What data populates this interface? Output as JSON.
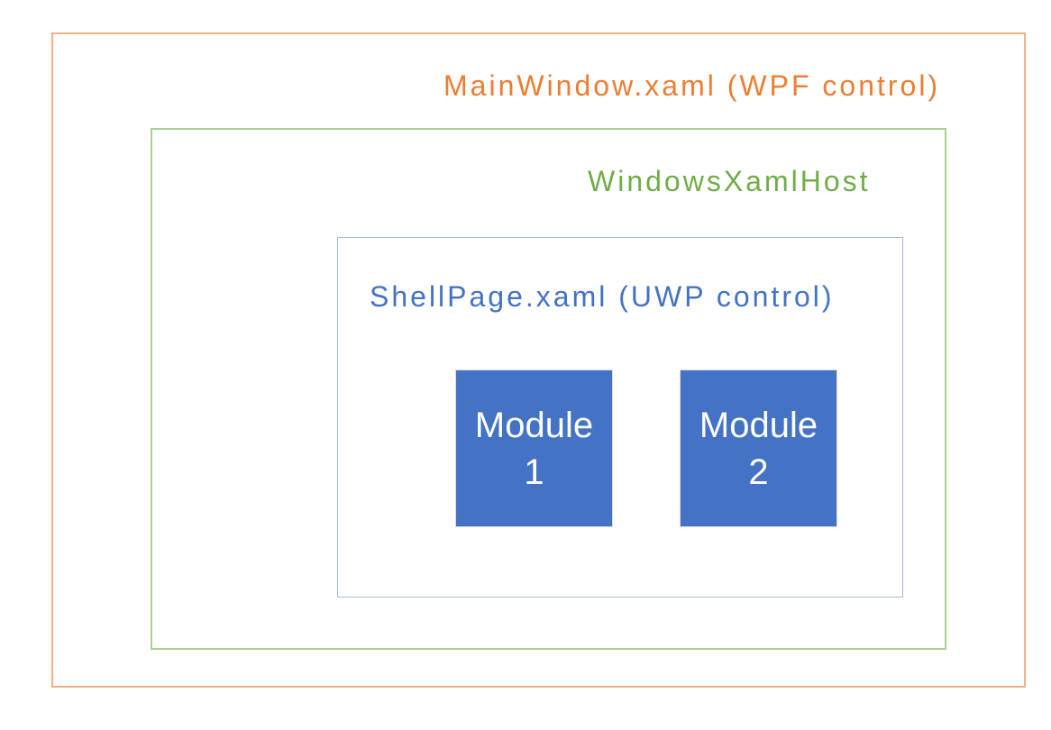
{
  "diagram": {
    "main_window": {
      "label": "MainWindow.xaml (WPF control)"
    },
    "xaml_host": {
      "label": "WindowsXamlHost"
    },
    "shell_page": {
      "label": "ShellPage.xaml (UWP control)"
    },
    "modules": [
      {
        "name": "Module",
        "number": "1"
      },
      {
        "name": "Module",
        "number": "2"
      }
    ]
  },
  "colors": {
    "wpf_text": "#ED7D31",
    "wpf_border": "#F4B183",
    "host_text": "#70AD47",
    "host_border": "#A9D18E",
    "uwp_text": "#4472C4",
    "uwp_border": "#A3BBE0",
    "module_fill": "#4472C4",
    "module_border": "#DCDCDC",
    "module_text": "#FFFFFF",
    "background": "#FFFFFF"
  }
}
